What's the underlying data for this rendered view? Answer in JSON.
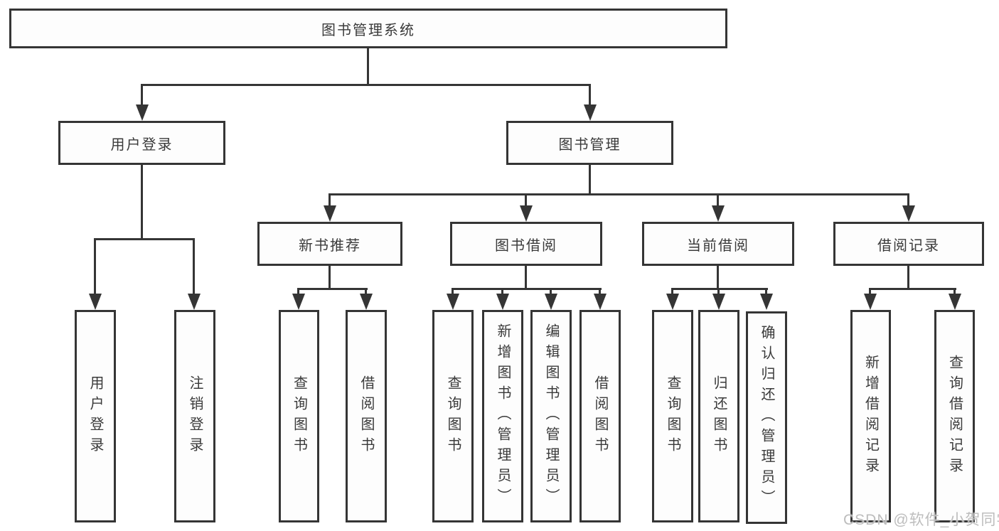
{
  "watermark": "CSDN @软件_小贺同学",
  "nodes": {
    "root": "图书管理系统",
    "user_login": "用户登录",
    "book_mgmt": "图书管理",
    "new_book_rec": "新书推荐",
    "book_borrow": "图书借阅",
    "current_borrow": "当前借阅",
    "borrow_record": "借阅记录",
    "ul_user_login": "用户登录",
    "ul_logout": "注销登录",
    "nr_query_book": "查询图书",
    "nr_borrow_book": "借阅图书",
    "bb_query_book": "查询图书",
    "bb_add_book": "新增图书（管理员）",
    "bb_edit_book": "编辑图书（管理员）",
    "bb_borrow_book": "借阅图书",
    "cb_query_book": "查询图书",
    "cb_return_book": "归还图书",
    "cb_confirm_return": "确认归还（管理员）",
    "br_add_record": "新增借阅记录",
    "br_query_record": "查询借阅记录"
  },
  "colors": {
    "line": "#353535",
    "text": "#3a3a3a",
    "watermark": "#bdbdbd"
  }
}
